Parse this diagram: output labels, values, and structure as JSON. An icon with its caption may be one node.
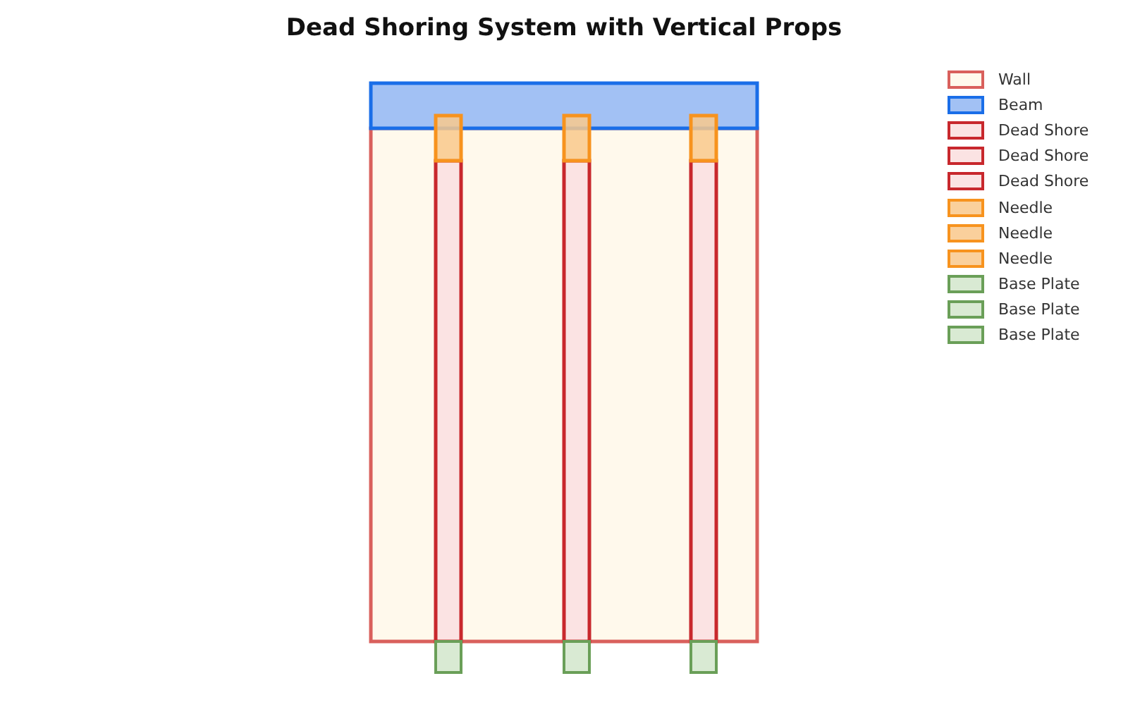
{
  "diagram": {
    "title": "Dead Shoring System with Vertical Props",
    "legend": [
      {
        "text": "Wall",
        "color": "#d9605c"
      },
      {
        "text": "Beam",
        "color": "#1a6ee8"
      },
      {
        "text": "Dead Shore",
        "color": "#c8282d"
      },
      {
        "text": "Dead Shore",
        "color": "#c8282d"
      },
      {
        "text": "Dead Shore",
        "color": "#c8282d"
      },
      {
        "text": "Needle",
        "color": "#f7931e"
      },
      {
        "text": "Needle",
        "color": "#f7931e"
      },
      {
        "text": "Needle",
        "color": "#f7931e"
      },
      {
        "text": "Base Plate",
        "color": "#6a9f58"
      },
      {
        "text": "Base Plate",
        "color": "#6a9f58"
      },
      {
        "text": "Base Plate",
        "color": "#6a9f58"
      }
    ]
  }
}
